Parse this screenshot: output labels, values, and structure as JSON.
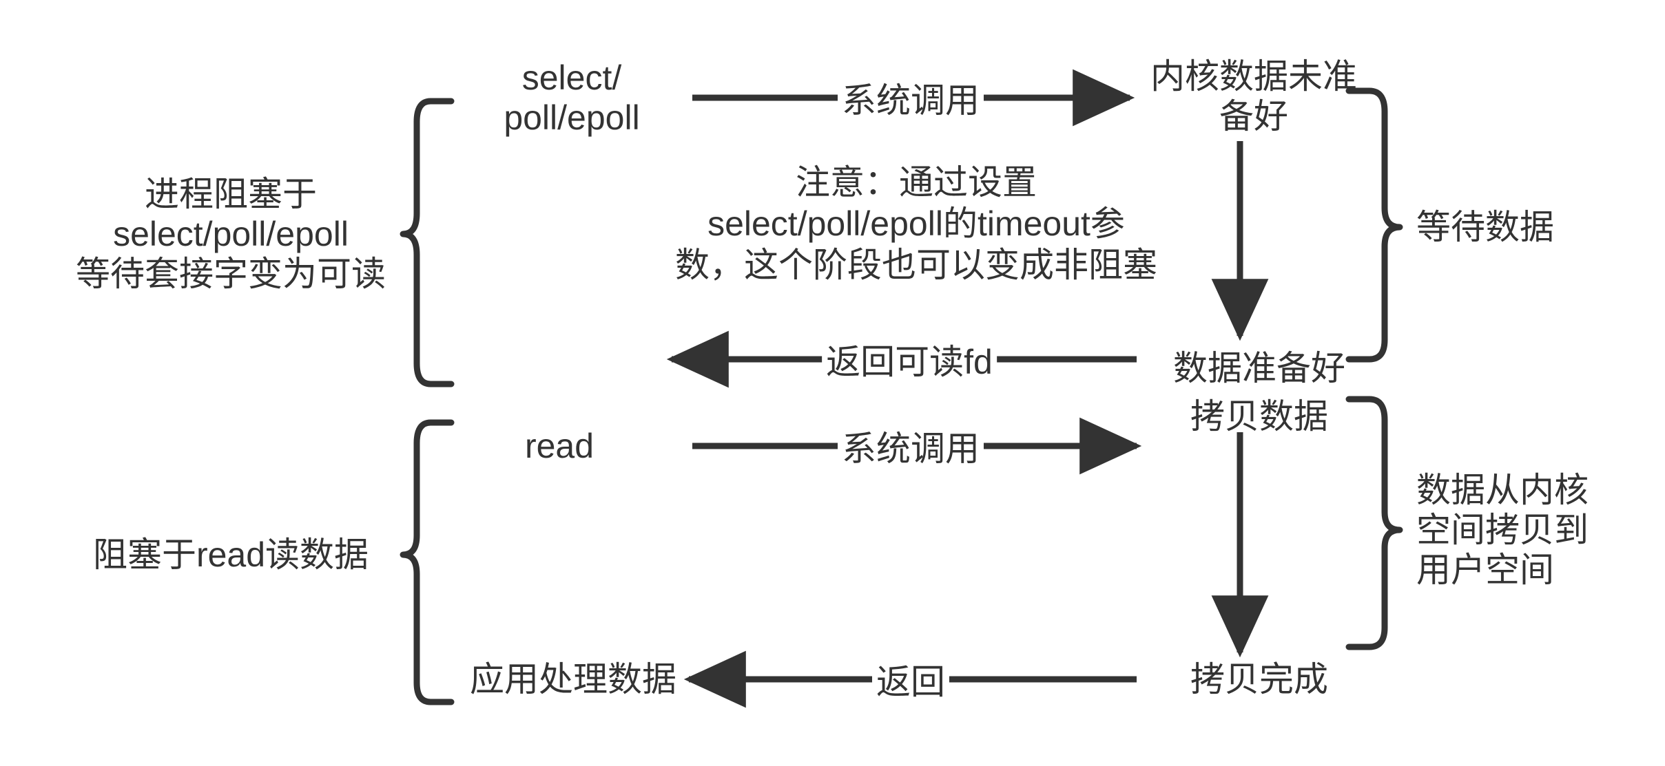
{
  "diagram": {
    "title_semantic": "blocking-io-multiplexing-flow",
    "stroke_color": "#333333",
    "background_color": "#ffffff",
    "phase_labels": [
      {
        "id": "phase-select",
        "text": "进程阻塞于\nselect/poll/epoll\n等待套接字变为可读"
      },
      {
        "id": "phase-read",
        "text": "阻塞于read读数据"
      }
    ],
    "nodes": [
      {
        "id": "node-select-call",
        "text": "select/\npoll/epoll"
      },
      {
        "id": "node-kernel-not-ready",
        "text": "内核数据未准\n备好"
      },
      {
        "id": "node-data-ready",
        "text": "数据准备好"
      },
      {
        "id": "node-copy-data",
        "text": "拷贝数据"
      },
      {
        "id": "node-read-call",
        "text": "read"
      },
      {
        "id": "node-copy-done",
        "text": "拷贝完成"
      },
      {
        "id": "node-app-process",
        "text": "应用处理数据"
      }
    ],
    "arrow_labels": [
      {
        "id": "arrow-syscall-top",
        "text": "系统调用"
      },
      {
        "id": "arrow-return-fd",
        "text": "返回可读fd"
      },
      {
        "id": "arrow-syscall-read",
        "text": "系统调用"
      },
      {
        "id": "arrow-return",
        "text": "返回"
      }
    ],
    "stage_labels": [
      {
        "id": "stage-wait-data",
        "text": "等待数据"
      },
      {
        "id": "stage-copy-kernel-to-user",
        "text": "数据从内核\n空间拷贝到\n用户空间"
      }
    ],
    "note": {
      "id": "note-timeout",
      "text": "注意：通过设置\nselect/poll/epoll的timeout参\n数，这个阶段也可以变成非阻塞"
    }
  }
}
